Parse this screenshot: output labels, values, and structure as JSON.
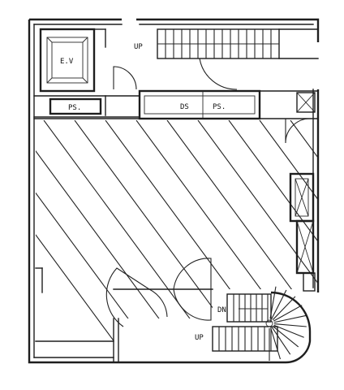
{
  "labels": {
    "elevator": "E.V",
    "stair_up_top": "UP",
    "ps_left": "PS.",
    "ds": "DS",
    "ps_right": "PS.",
    "stair_down": "DN",
    "stair_up_bottom": "UP"
  }
}
